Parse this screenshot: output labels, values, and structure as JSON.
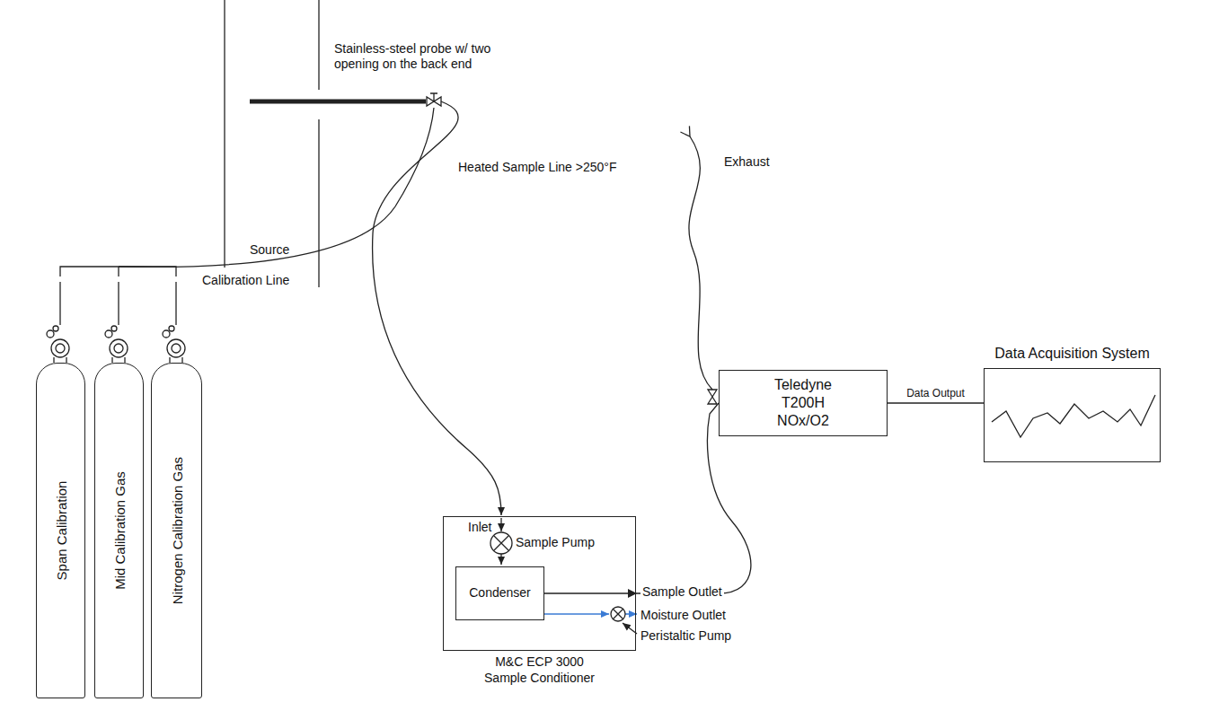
{
  "diagram": {
    "nodes": [
      {
        "text": [
          "Span Calibration"
        ]
      },
      {
        "text": [
          "Mid Calibration Gas"
        ]
      },
      {
        "text": [
          "Nitrogen Calibration Gas"
        ]
      },
      {
        "text": [
          "M&C ECP 3000 Sample Conditioner"
        ]
      },
      {
        "text": [
          "Condenser"
        ],
        "in": 3
      },
      {
        "text": [
          "Teledyne T200H NOx/O2"
        ]
      },
      {
        "text": [
          "Data Acquisition System"
        ]
      }
    ],
    "edges": [
      {
        "from": 4,
        "to": 5,
        "arrow": "none"
      },
      {
        "from": 5,
        "to": 6,
        "label": "Data Output",
        "arrow": "none"
      }
    ],
    "labels": [
      "Stainless-steel probe w/ two opening on the back end",
      "Source",
      "Heated Sample Line >250°F",
      "Calibration Line",
      "Exhaust",
      "Inlet",
      "Sample Pump",
      "Sample Outlet",
      "Moisture Outlet",
      "Peristaltic Pump"
    ]
  }
}
